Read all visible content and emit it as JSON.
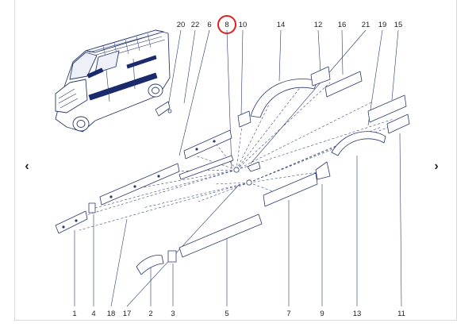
{
  "diagram": {
    "callouts_top": [
      "20",
      "22",
      "6",
      "8",
      "10",
      "14",
      "12",
      "16",
      "21",
      "19",
      "15"
    ],
    "callouts_bottom": [
      "1",
      "4",
      "18",
      "17",
      "2",
      "3",
      "5",
      "7",
      "9",
      "13",
      "11"
    ],
    "highlighted_callout": "8",
    "highlight_color": "#e02020",
    "line_color": "#2a3a6b",
    "part_fill": "#ffffff",
    "accent_color": "#1a2a6c"
  },
  "navigation": {
    "prev_icon": "chevron-left-icon",
    "next_icon": "chevron-right-icon",
    "prev_glyph": "‹",
    "next_glyph": "›"
  }
}
